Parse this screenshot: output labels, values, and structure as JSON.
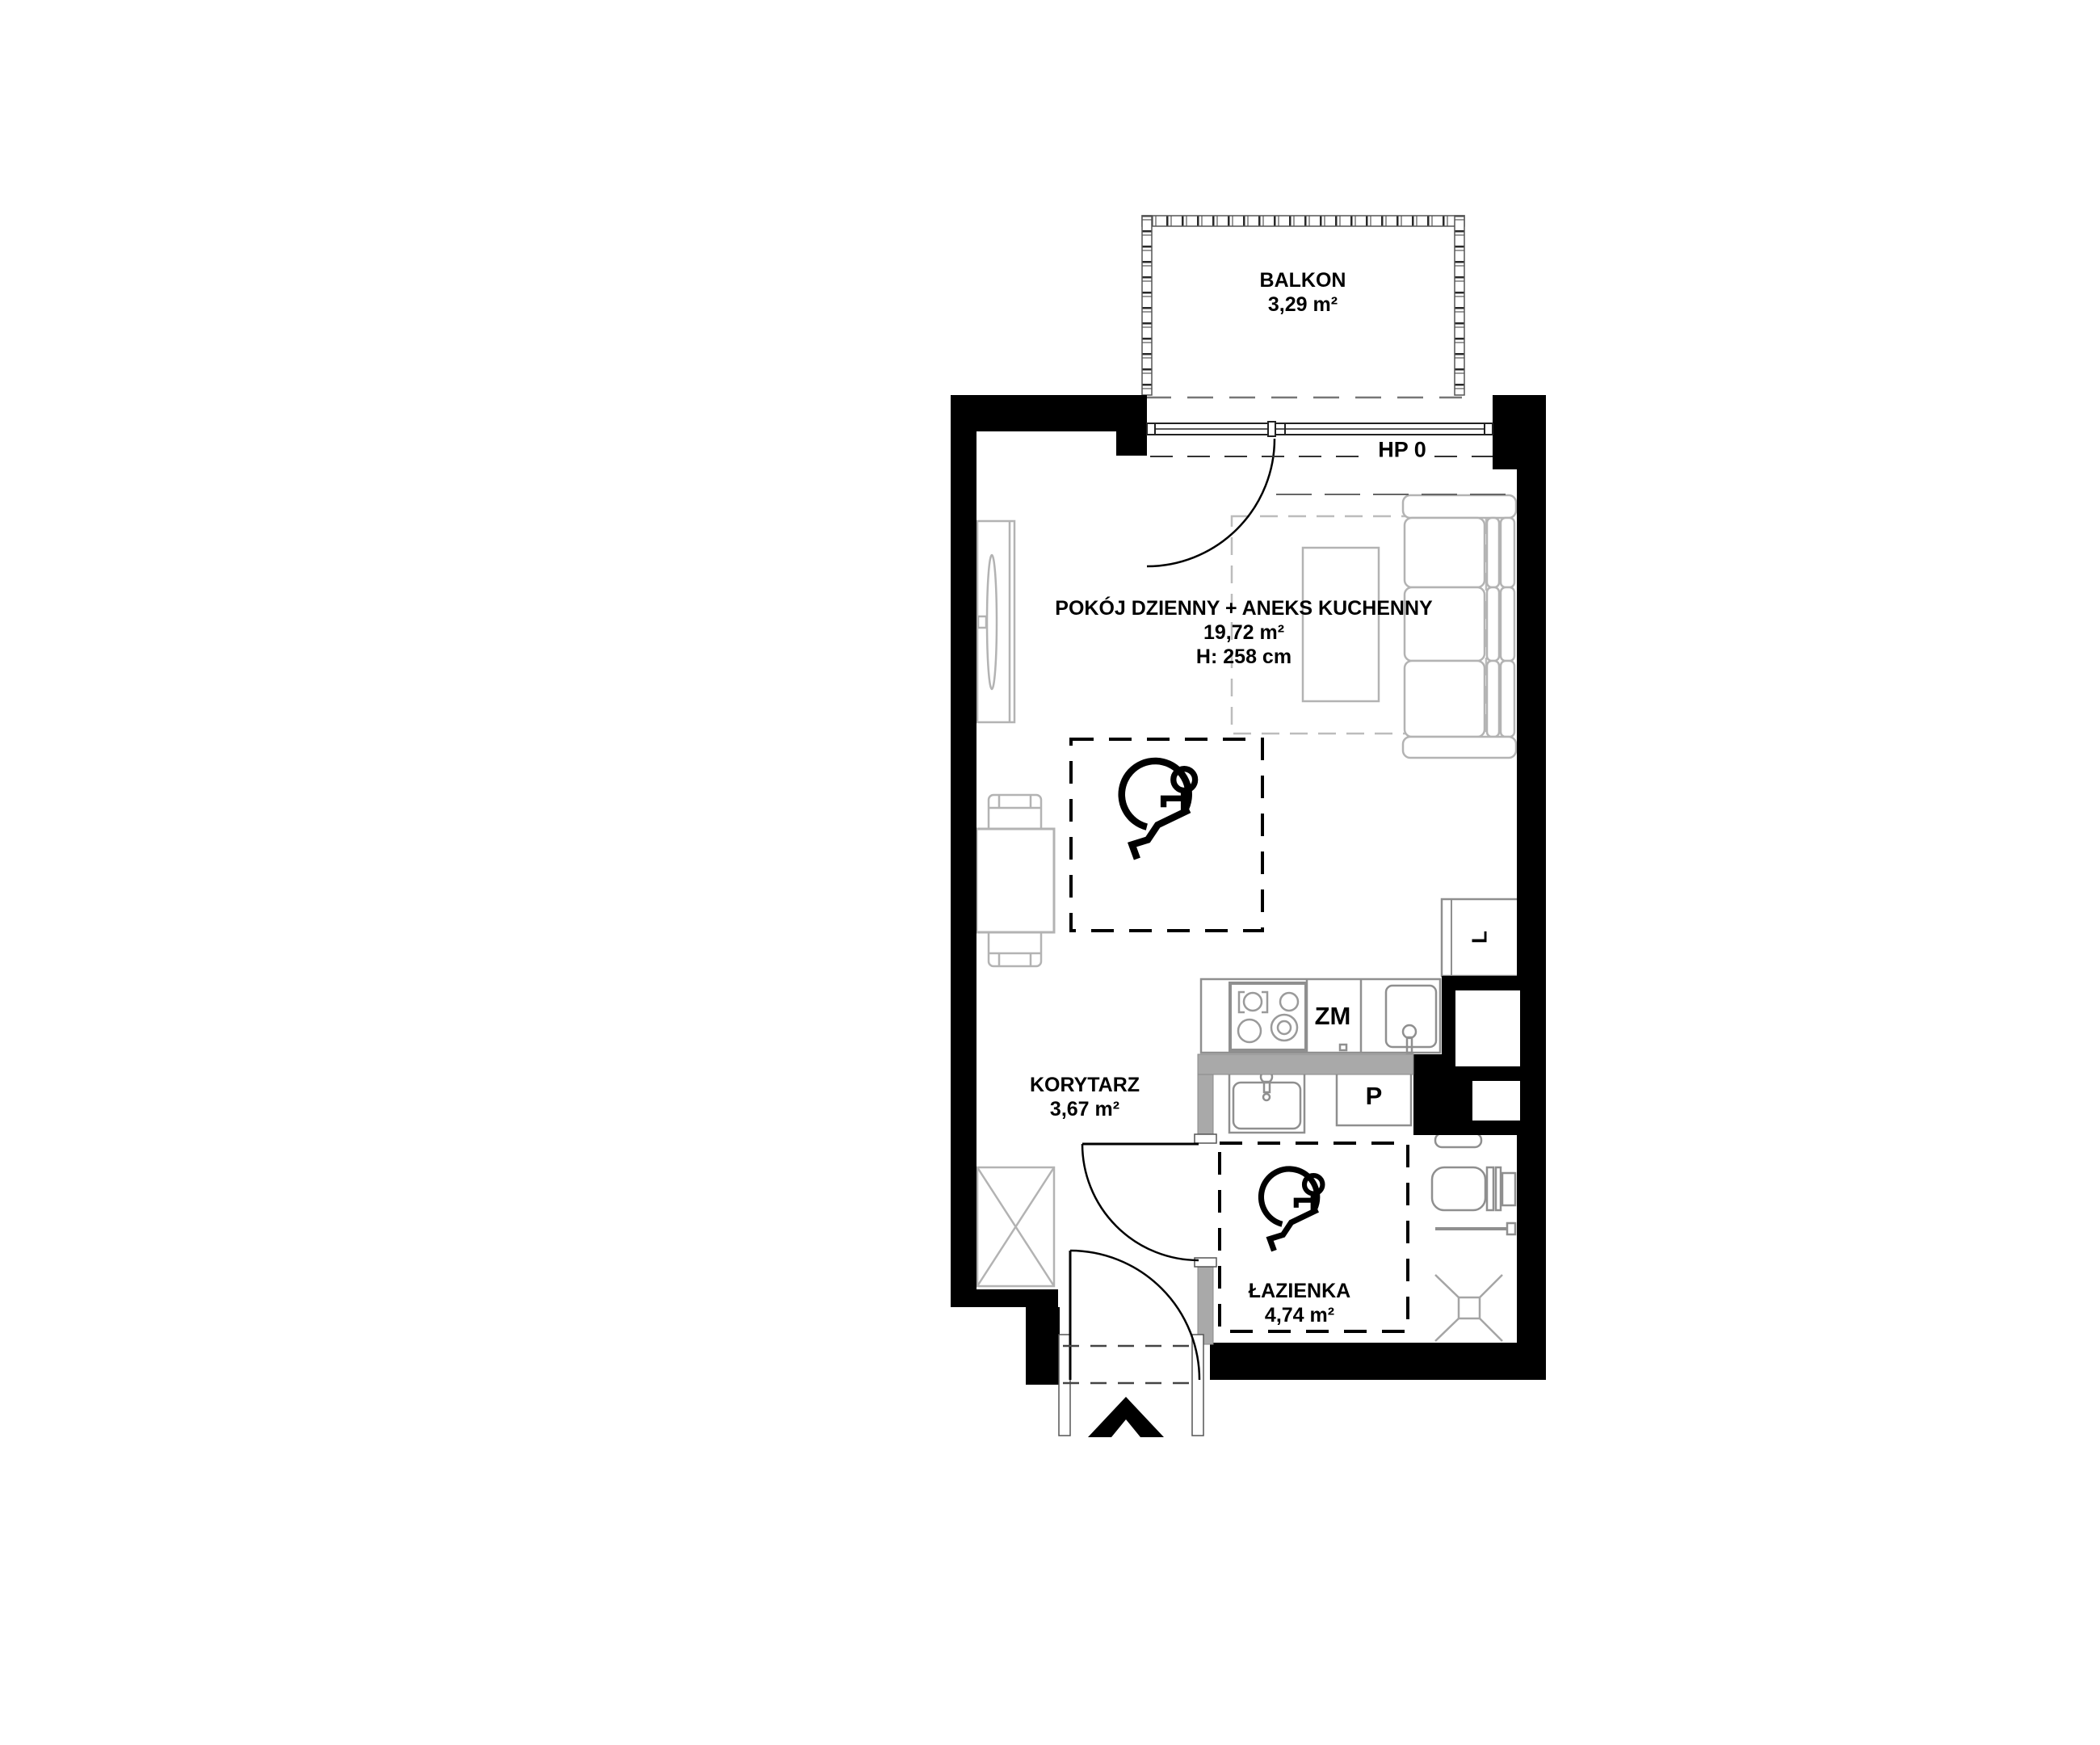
{
  "plan": {
    "balcony": {
      "label": "BALKON",
      "area": "3,29 m²"
    },
    "living_room": {
      "label": "POKÓJ DZIENNY + ANEKS KUCHENNY",
      "area": "19,72 m²",
      "ceiling_height": "H: 258 cm"
    },
    "corridor": {
      "label": "KORYTARZ",
      "area": "3,67 m²"
    },
    "bathroom": {
      "label": "ŁAZIENKA",
      "area": "4,74 m²"
    },
    "annotations": {
      "window_sill_marker": "HP 0",
      "dishwasher": "ZM",
      "washing_machine": "P",
      "fridge": "L"
    },
    "colors": {
      "walls": "#000000",
      "partition_walls": "#a9a9a9",
      "furniture_lines": "#b3b3b3",
      "fixture_lines": "#8f8f8f",
      "accessibility_marks": "#000000"
    }
  }
}
